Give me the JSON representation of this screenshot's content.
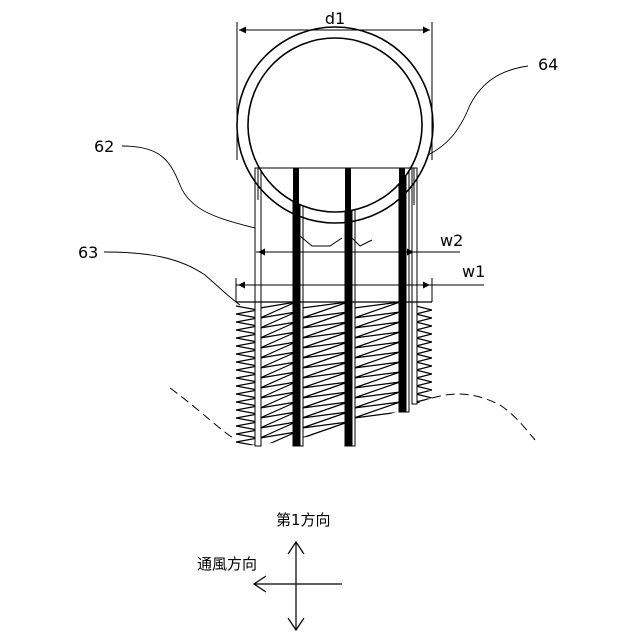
{
  "labels": {
    "d1": "d1",
    "w1": "w1",
    "w2": "w2",
    "ref_62": "62",
    "ref_63": "63",
    "ref_64": "64",
    "first_direction": "第1方向",
    "airflow_direction": "通風方向"
  }
}
